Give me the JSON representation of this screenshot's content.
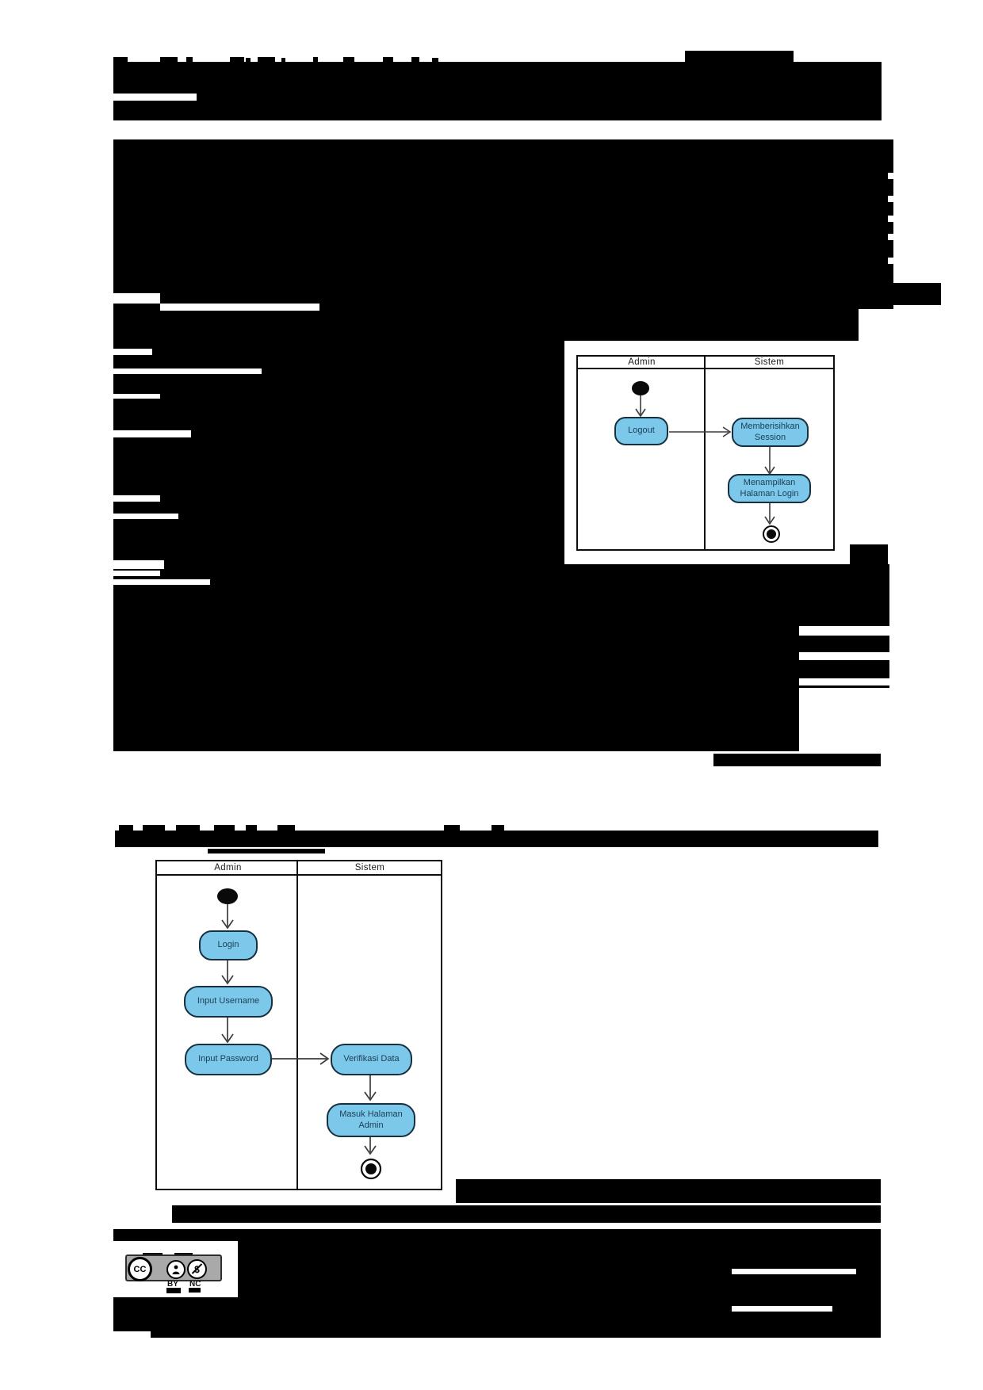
{
  "colors": {
    "node_fill": "#7cc8ea",
    "node_border": "#16303f",
    "node_text": "#1d4055",
    "frame_border": "#0d0d0d",
    "arrow": "#3c3c3c",
    "redaction": "#000000",
    "badge_bg": "#a9a9a9"
  },
  "diagram1": {
    "lane_admin": "Admin",
    "lane_sistem": "Sistem",
    "node_logout": "Logout",
    "node_session": "Memberisihkan Session",
    "node_halaman": "Menampilkan Halaman Login"
  },
  "diagram2": {
    "lane_admin": "Admin",
    "lane_sistem": "Sistem",
    "node_login": "Login",
    "node_username": "Input Username",
    "node_password": "Input Password",
    "node_verifikasi": "Verifikasi Data",
    "node_masuk": "Masuk Halaman Admin"
  },
  "license": {
    "cc": "CC",
    "by": "BY",
    "nc": "NC"
  },
  "redactions": {
    "black": [
      [
        143,
        72,
        18,
        8
      ],
      [
        202,
        72,
        22,
        8
      ],
      [
        235,
        72,
        8,
        8
      ],
      [
        290,
        72,
        18,
        8
      ],
      [
        310,
        73,
        6,
        7
      ],
      [
        325,
        72,
        22,
        8
      ],
      [
        355,
        73,
        5,
        7
      ],
      [
        395,
        72,
        6,
        8
      ],
      [
        433,
        72,
        14,
        8
      ],
      [
        483,
        72,
        13,
        8
      ],
      [
        519,
        72,
        10,
        8
      ],
      [
        545,
        73,
        8,
        7
      ],
      [
        864,
        64,
        137,
        15
      ],
      [
        143,
        78,
        969,
        40
      ],
      [
        143,
        127,
        105,
        25
      ],
      [
        248,
        118,
        864,
        34
      ],
      [
        143,
        176,
        984,
        254
      ],
      [
        1127,
        357,
        60,
        28
      ],
      [
        143,
        430,
        569,
        265
      ],
      [
        1072,
        687,
        48,
        25
      ],
      [
        143,
        695,
        569,
        17
      ],
      [
        143,
        712,
        979,
        236
      ],
      [
        900,
        951,
        211,
        16
      ],
      [
        150,
        1041,
        18,
        8
      ],
      [
        180,
        1041,
        28,
        8
      ],
      [
        222,
        1041,
        30,
        8
      ],
      [
        270,
        1041,
        26,
        8
      ],
      [
        310,
        1041,
        14,
        8
      ],
      [
        350,
        1041,
        22,
        8
      ],
      [
        560,
        1041,
        20,
        8
      ],
      [
        620,
        1041,
        16,
        8
      ],
      [
        145,
        1048,
        963,
        21
      ],
      [
        262,
        1071,
        148,
        6
      ],
      [
        575,
        1488,
        536,
        30
      ],
      [
        217,
        1521,
        894,
        22
      ],
      [
        143,
        1551,
        968,
        15
      ],
      [
        300,
        1566,
        811,
        71
      ],
      [
        143,
        1637,
        968,
        43
      ],
      [
        190,
        1680,
        921,
        8
      ],
      [
        180,
        1581,
        25,
        6
      ],
      [
        220,
        1581,
        23,
        6
      ],
      [
        210,
        1625,
        18,
        7
      ],
      [
        238,
        1625,
        15,
        6
      ]
    ],
    "white": [
      [
        143,
        370,
        59,
        13
      ],
      [
        202,
        383,
        201,
        9
      ],
      [
        1083,
        390,
        44,
        48
      ],
      [
        1120,
        218,
        12,
        8
      ],
      [
        1120,
        247,
        12,
        8
      ],
      [
        1120,
        272,
        12,
        8
      ],
      [
        1120,
        295,
        12,
        8
      ],
      [
        1120,
        325,
        12,
        8
      ],
      [
        143,
        440,
        49,
        8
      ],
      [
        143,
        465,
        187,
        7
      ],
      [
        143,
        497,
        59,
        6
      ],
      [
        143,
        543,
        98,
        9
      ],
      [
        143,
        625,
        59,
        8
      ],
      [
        143,
        648,
        82,
        7
      ],
      [
        143,
        707,
        64,
        11
      ],
      [
        143,
        720,
        59,
        7
      ],
      [
        143,
        731,
        122,
        7
      ],
      [
        1008,
        790,
        114,
        12
      ],
      [
        1008,
        823,
        114,
        10
      ],
      [
        1008,
        856,
        114,
        9
      ],
      [
        1008,
        868,
        114,
        80
      ],
      [
        923,
        1601,
        157,
        7
      ],
      [
        923,
        1648,
        127,
        7
      ]
    ]
  }
}
